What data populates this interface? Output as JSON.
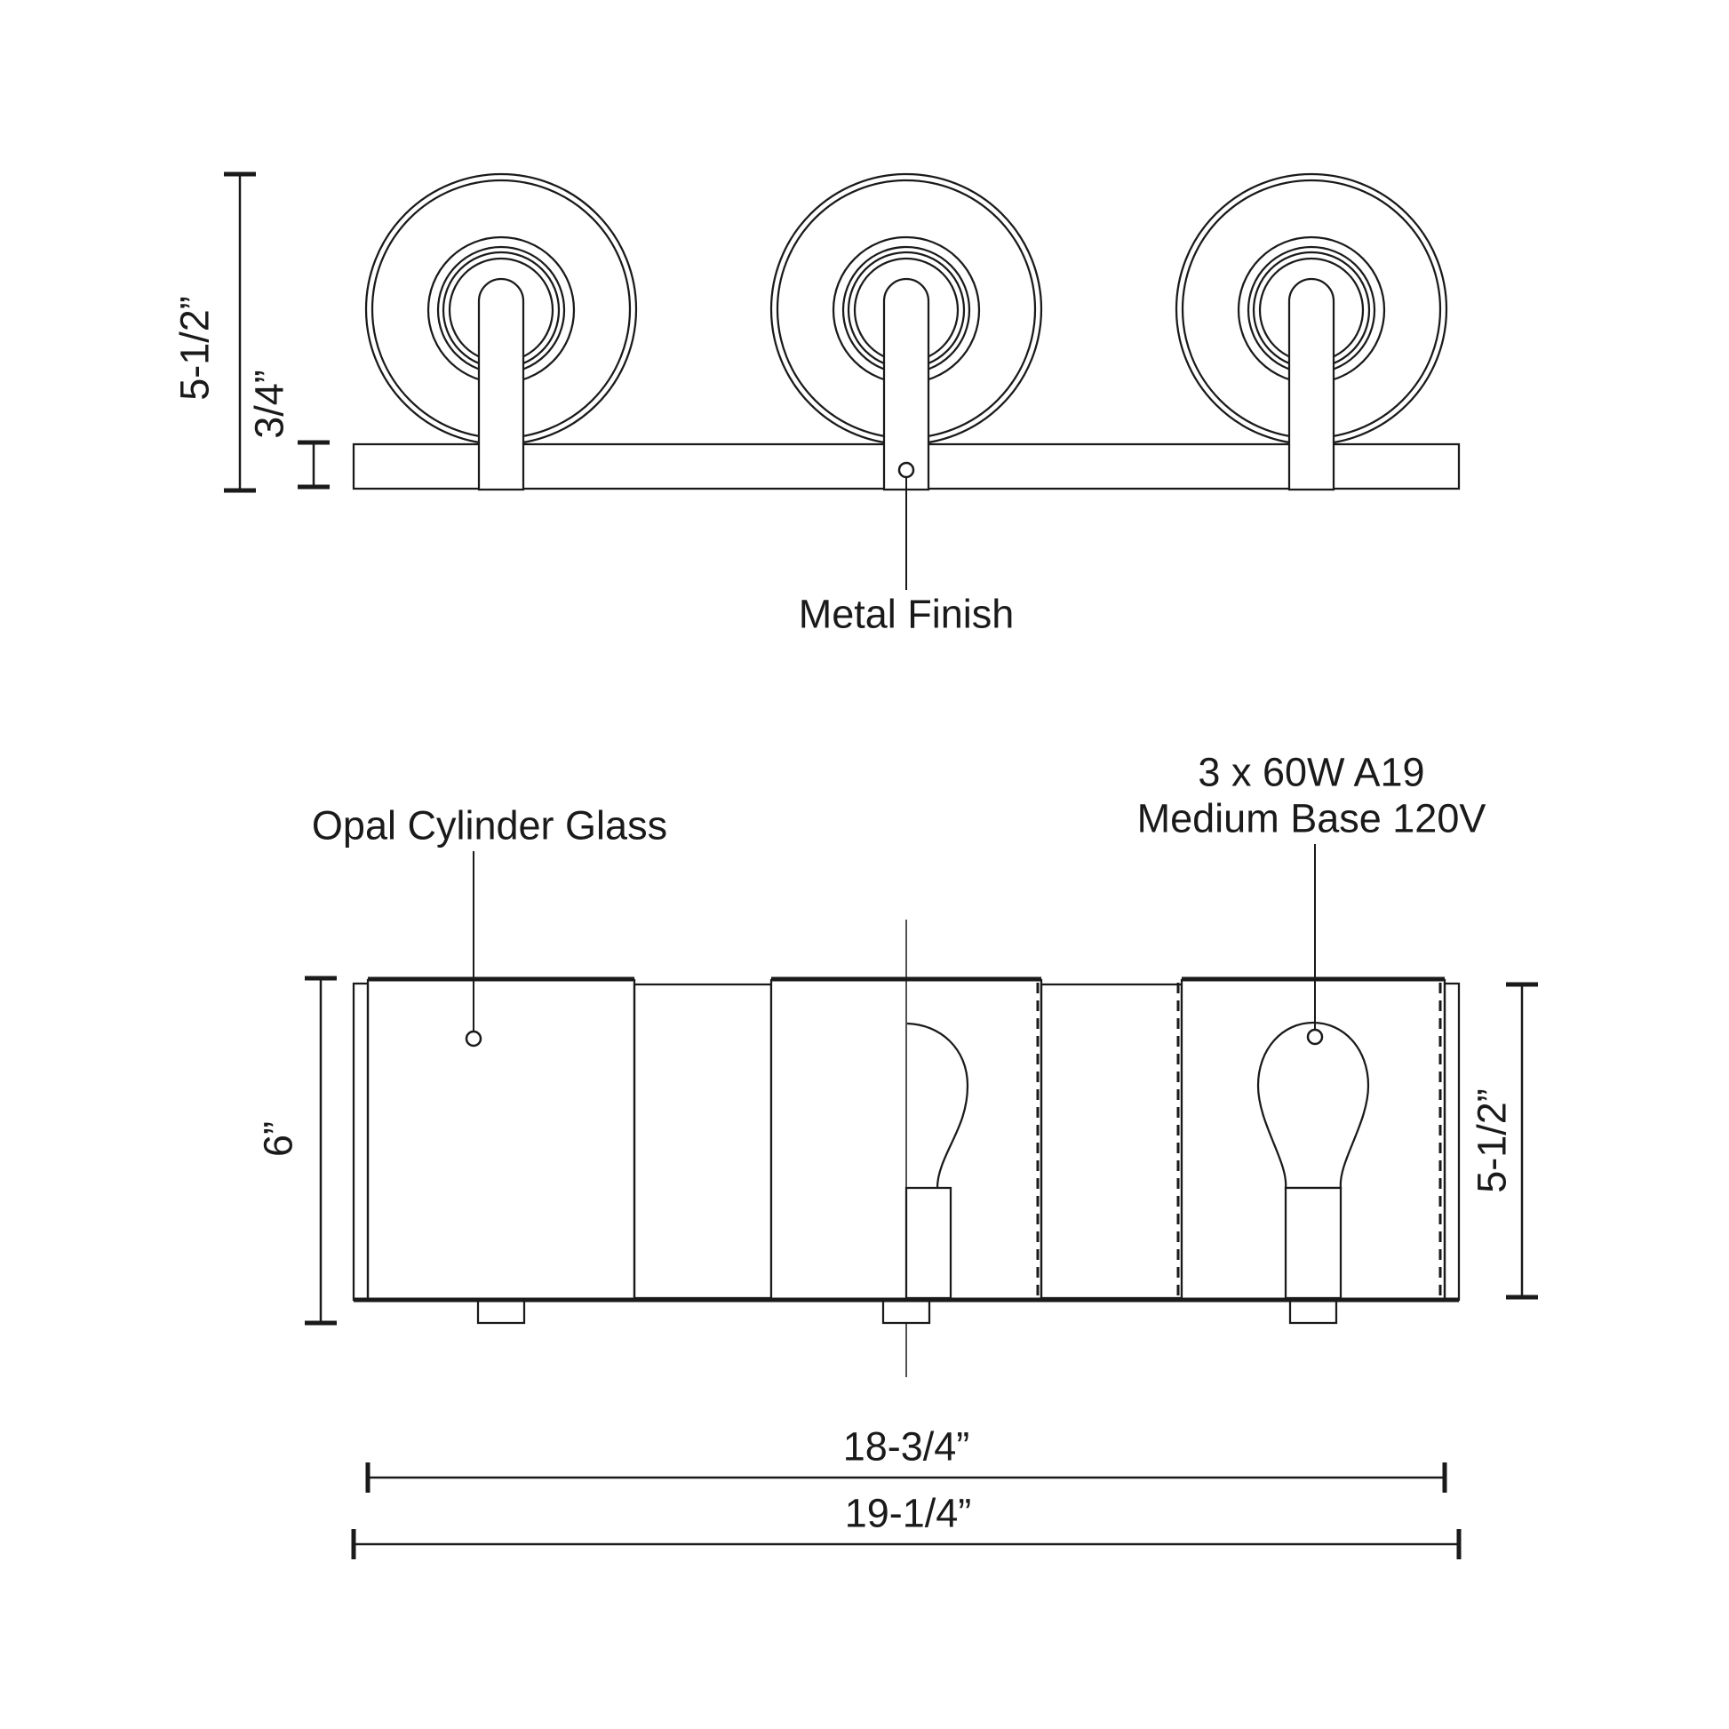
{
  "theme": {
    "background": "#ffffff",
    "line_color": "#1a1a1a"
  },
  "top_view": {
    "callouts": {
      "metal_finish": "Metal Finish"
    },
    "dimensions": {
      "overall_height": "5-1/2”",
      "plate_thickness": "3/4”"
    }
  },
  "front_view": {
    "callouts": {
      "glass": "Opal Cylinder Glass",
      "bulb_line1": "3 x 60W A19",
      "bulb_line2": "Medium Base 120V"
    },
    "dimensions": {
      "overall_height": "6”",
      "glass_height": "5-1/2”",
      "glass_span": "18-3/4”",
      "overall_width": "19-1/4”"
    }
  }
}
